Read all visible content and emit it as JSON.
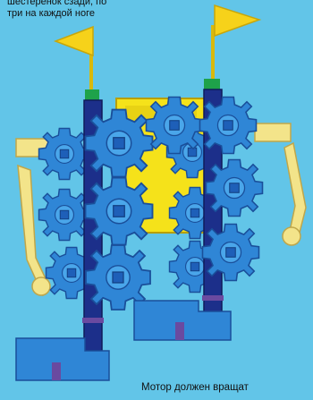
{
  "caption_top": {
    "line1": "шестеренок сзади, по",
    "line2": "три на каждой ноге"
  },
  "caption_bottom": "Мотор должен вращат",
  "colors": {
    "background": "#62c5e8",
    "gear_blue": "#2f86d6",
    "gear_dark_blue": "#1e5fb8",
    "leg_navy": "#1c2f8a",
    "flag_yellow": "#f6d21a",
    "arm_yellow": "#f3e48a",
    "motor_yellow": "#f5e21a",
    "connector_green": "#1ea24a",
    "band_purple": "#6a4aa0"
  },
  "icons": [
    "flag-icon",
    "gear-icon",
    "motor-icon",
    "arm-icon",
    "foot-icon"
  ]
}
